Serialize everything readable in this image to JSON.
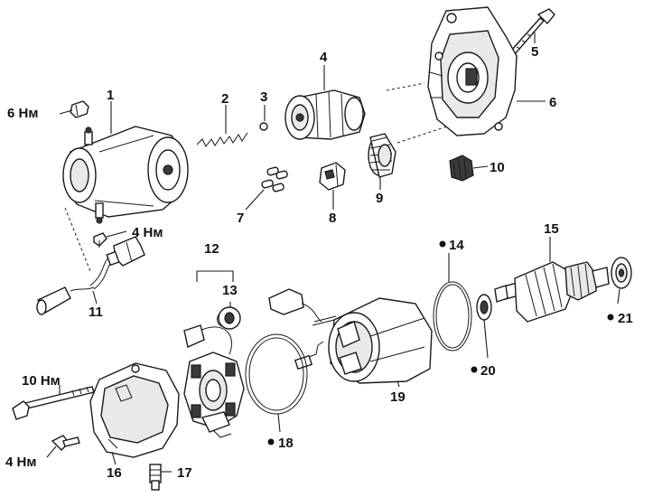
{
  "labels": {
    "p1": "1",
    "p2": "2",
    "p3": "3",
    "p4": "4",
    "p5": "5",
    "p6": "6",
    "p7": "7",
    "p8": "8",
    "p9": "9",
    "p10": "10",
    "p11": "11",
    "p12": "12",
    "p13": "13",
    "p14": "14",
    "p15": "15",
    "p16": "16",
    "p17": "17",
    "p18": "18",
    "p19": "19",
    "p20": "20",
    "p21": "21"
  },
  "torques": {
    "t_nut": "6 Нм",
    "t_terminal": "4 Нм",
    "t_thru_bolt": "10 Нм",
    "t_cover_screw": "4 Нм"
  },
  "colors": {
    "ink": "#1a1a1a",
    "background": "#ffffff"
  }
}
